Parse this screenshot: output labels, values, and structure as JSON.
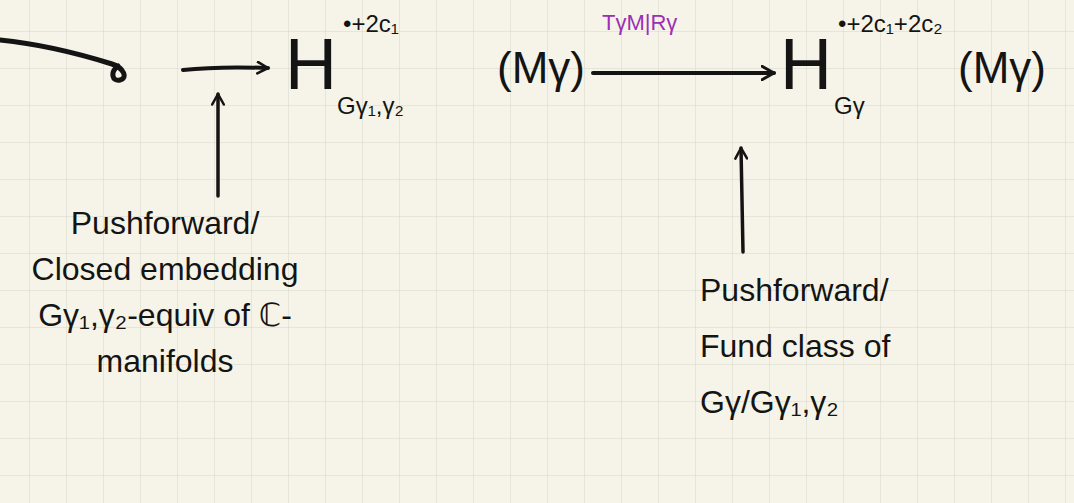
{
  "diagram": {
    "nodes": [
      {
        "text": [
          "H",
          "•+2c₁",
          "Gγ₁,γ₂",
          "(Mγ)"
        ]
      },
      {
        "text": [
          "H",
          "•+2c₁+2c₂",
          "Gγ",
          "(Mγ)"
        ]
      }
    ],
    "edges": [
      {
        "from": 0,
        "to": 1,
        "arrow": "to"
      }
    ],
    "labels": [
      "TγM|Rγ",
      "Pushforward/ Closed embedding Gγ₁,γ₂-equiv of ℂ-manifolds",
      "Pushforward/ Fund class of Gγ/Gγ₁,γ₂"
    ]
  }
}
